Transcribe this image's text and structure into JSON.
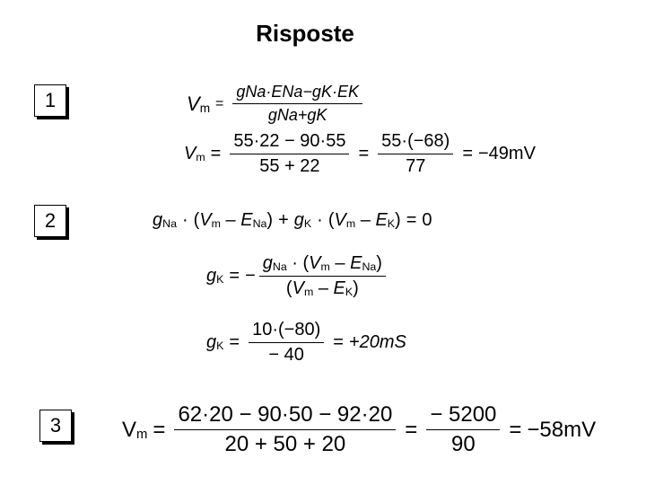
{
  "title": "Risposte",
  "labels": [
    "1",
    "2",
    "3"
  ],
  "eq1a": {
    "num": "gNa·ENa−gK·EK",
    "den": "gNa+gK"
  },
  "eq1b": {
    "f1_num": "55·22 − 90·55",
    "f1_den": "55 + 22",
    "f2_num": "55·(−68)",
    "f2_den": "77",
    "result": "−49mV"
  },
  "eq2a": {
    "rhs": "0"
  },
  "eq2c": {
    "num": "10·(−80)",
    "den": "− 40",
    "result": "+20mS"
  },
  "eq3": {
    "num": "62·20 − 90·50 − 92·20",
    "den": "20 + 50 + 20",
    "f2_num": "− 5200",
    "f2_den": "90",
    "result": "−58mV"
  }
}
